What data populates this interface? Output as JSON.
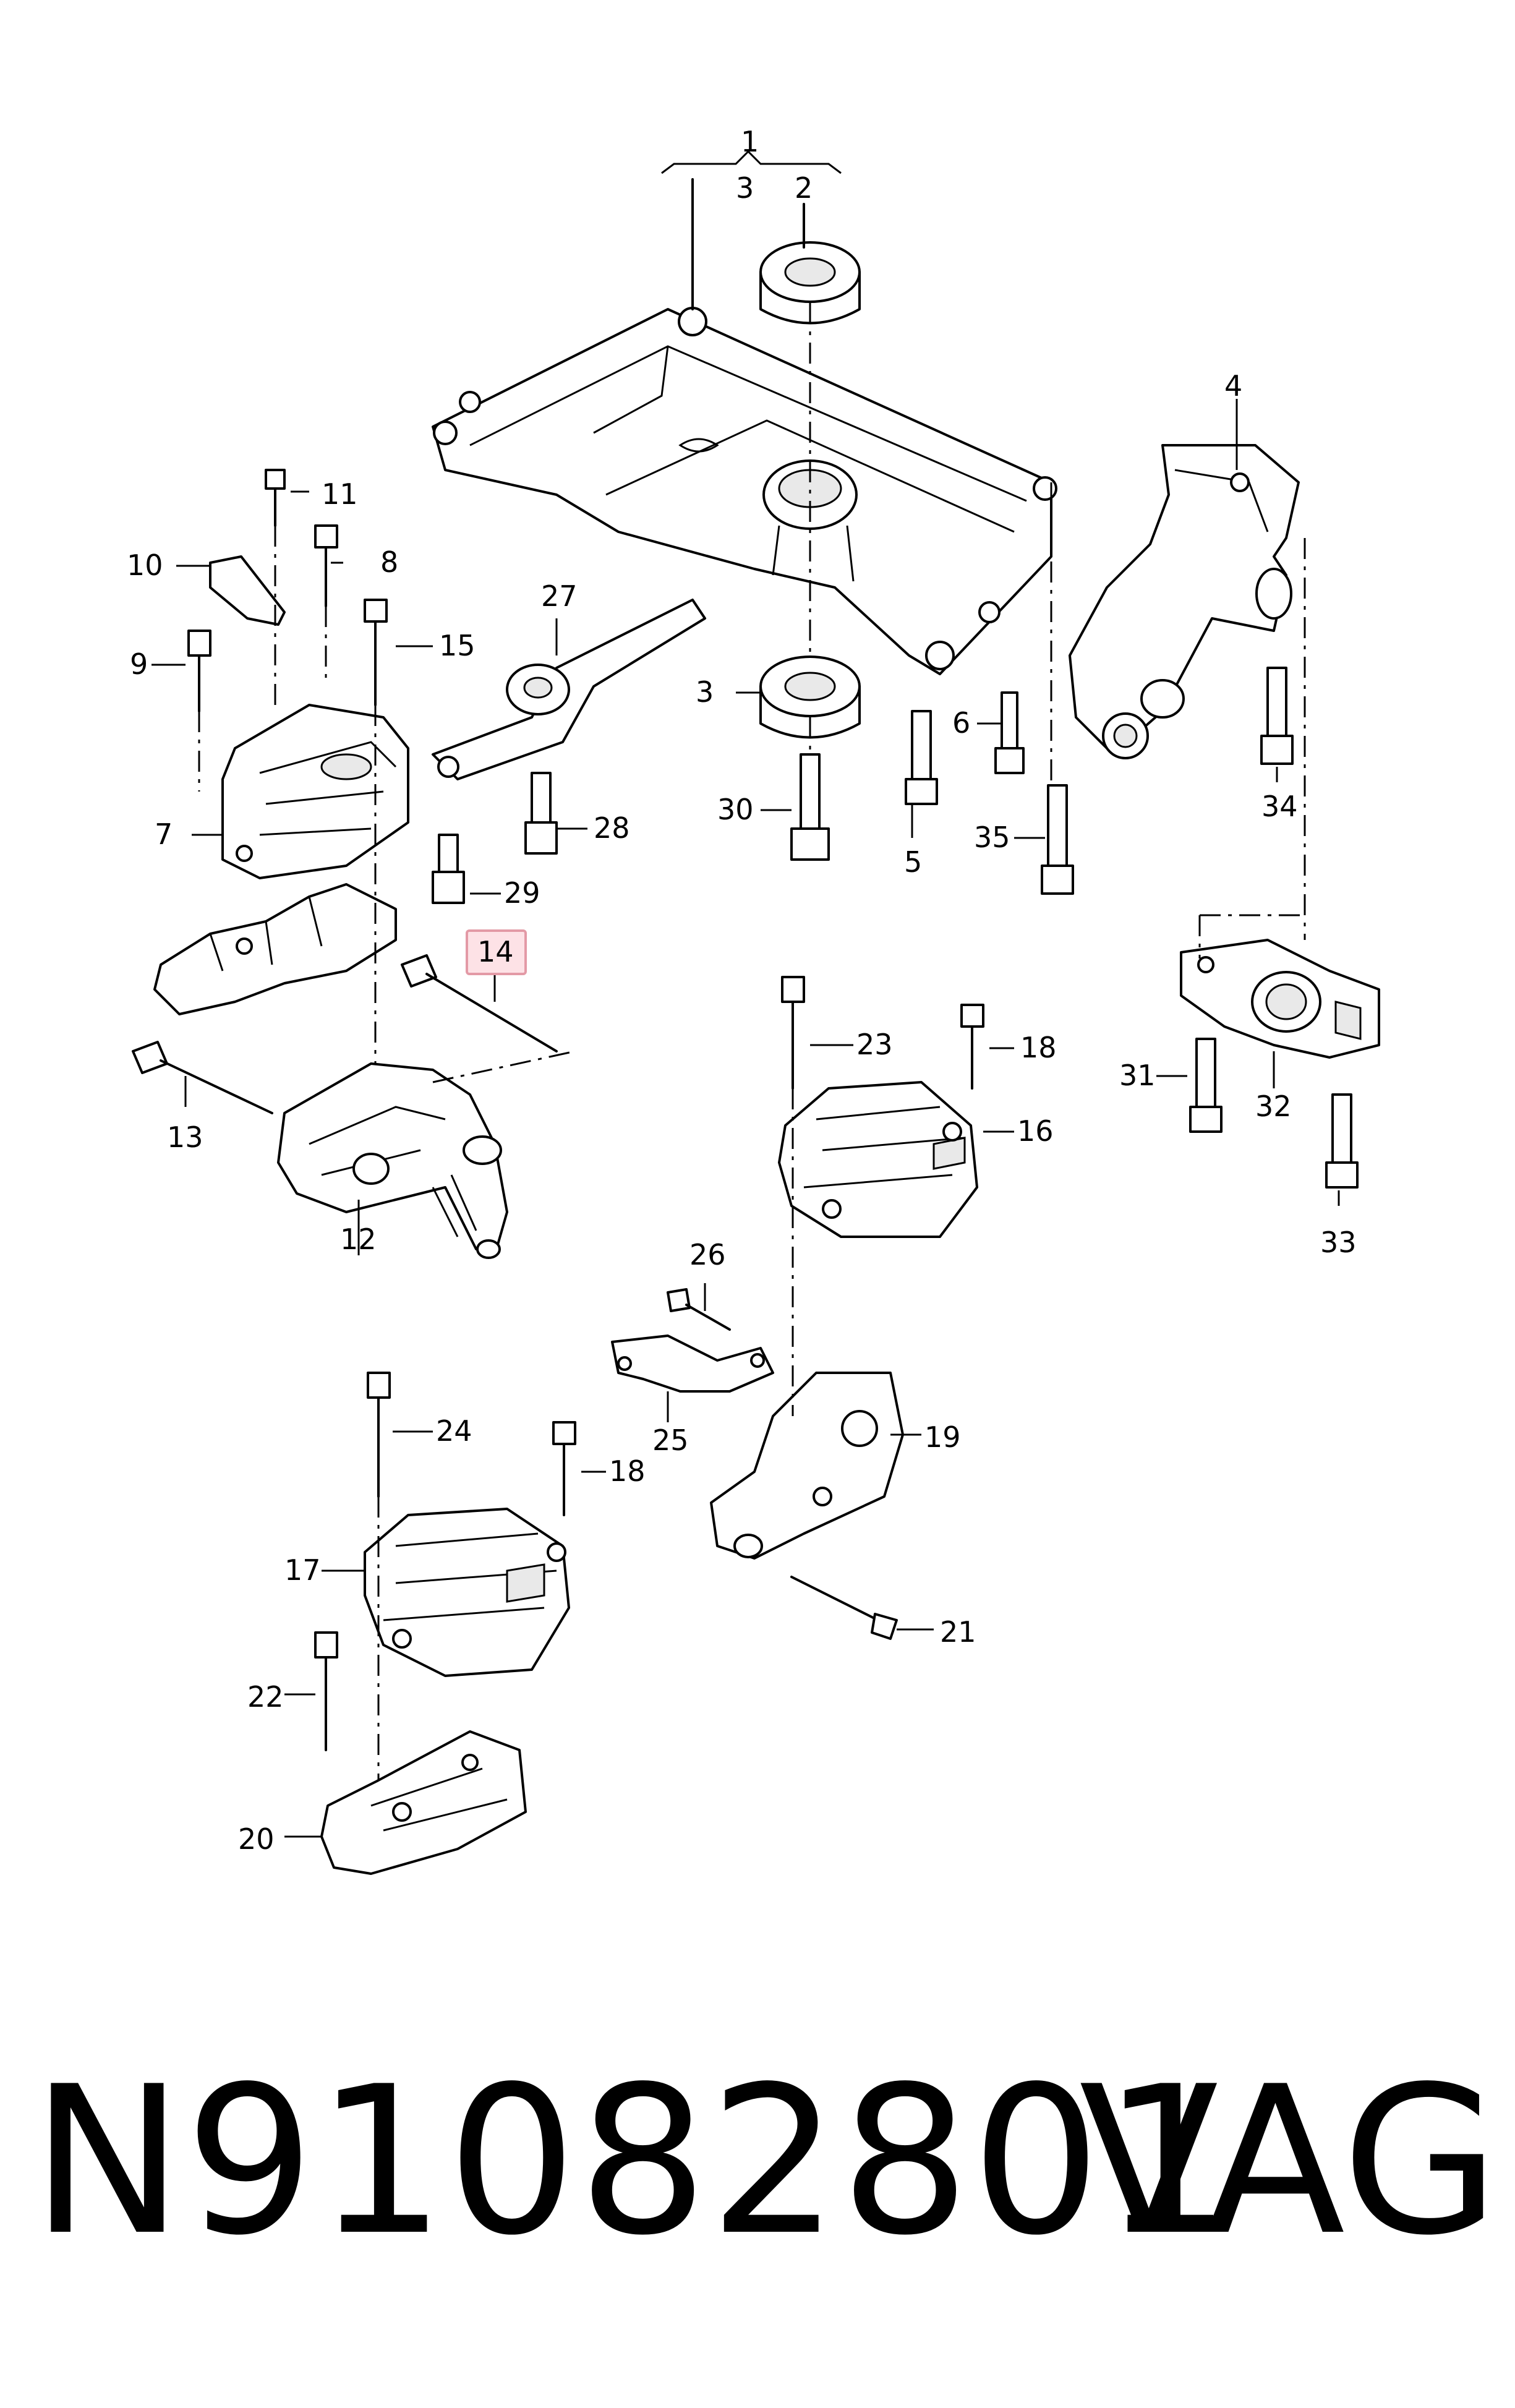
{
  "diagram": {
    "callouts": {
      "c1": "1",
      "c2": "2",
      "c3": "3",
      "c3b": "3",
      "c4": "4",
      "c5": "5",
      "c6": "6",
      "c7": "7",
      "c8": "8",
      "c9": "9",
      "c10": "10",
      "c11": "11",
      "c12": "12",
      "c13": "13",
      "c14": "14",
      "c15": "15",
      "c16": "16",
      "c17": "17",
      "c18": "18",
      "c18b": "18",
      "c19": "19",
      "c20": "20",
      "c21": "21",
      "c22": "22",
      "c23": "23",
      "c24": "24",
      "c25": "25",
      "c26": "26",
      "c27": "27",
      "c28": "28",
      "c29": "29",
      "c30": "30",
      "c31": "31",
      "c32": "32",
      "c33": "33",
      "c34": "34",
      "c35": "35"
    },
    "highlighted_callout": "14",
    "highlight_color": "#fde2e6"
  },
  "caption": {
    "part_number": "N91082801",
    "manufacturer": "VAG"
  }
}
